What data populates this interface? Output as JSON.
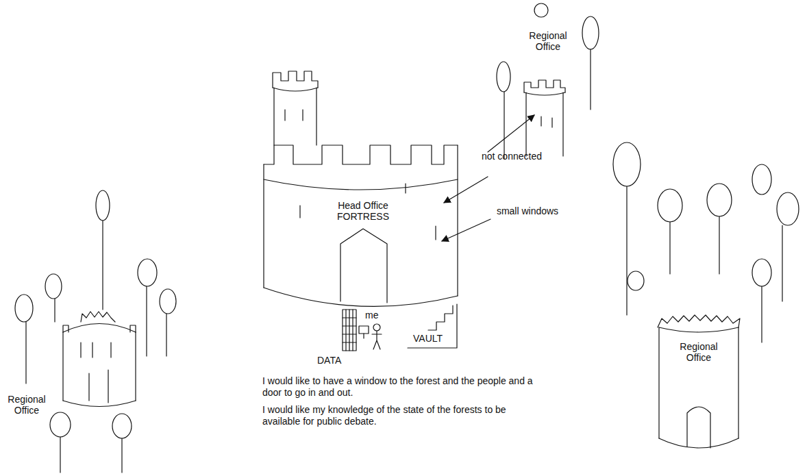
{
  "diagram": {
    "nodes": [
      {
        "text": [
          "Regional Office"
        ]
      },
      {
        "text": [
          "Head Office FORTRESS"
        ]
      },
      {
        "text": [
          "Regional Office"
        ]
      },
      {
        "text": [
          "Regional Office"
        ]
      }
    ],
    "labels": [
      "not connected",
      "small windows",
      "me",
      "DATA",
      "VAULT",
      "I would like to have a window to the forest and the people and a door to go in and out.",
      "I would like my knowledge of the state of the forests to be available for public debate."
    ]
  }
}
